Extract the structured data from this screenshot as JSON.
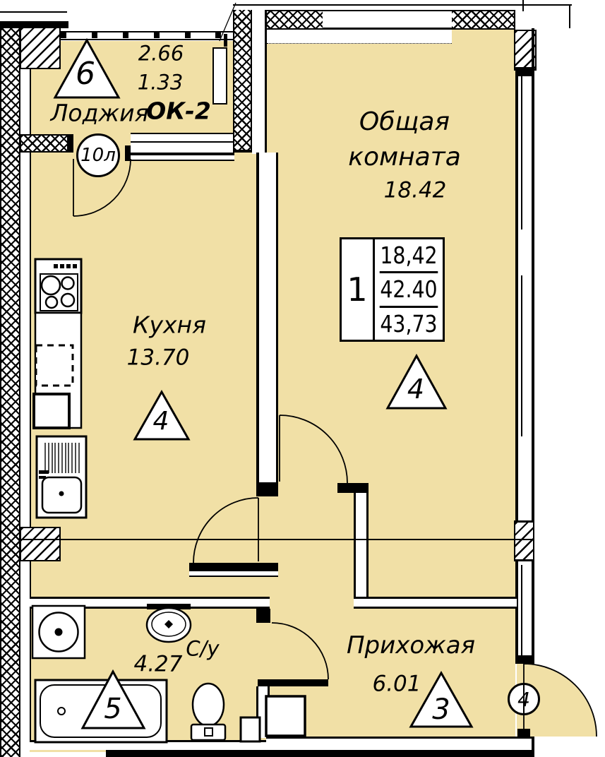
{
  "colors": {
    "floor": "#f1e0a6",
    "line": "#000000"
  },
  "loggia": {
    "name": "Лоджия",
    "marker": "6",
    "dim_width": "2.66",
    "dim_depth": "1.33",
    "window_mark": "ОК-2",
    "door_mark": "10л"
  },
  "living_room": {
    "name_line1": "Общая",
    "name_line2": "комната",
    "area": "18.42",
    "marker": "4"
  },
  "kitchen": {
    "name": "Кухня",
    "area": "13.70",
    "marker": "4"
  },
  "bathroom": {
    "name": "С/у",
    "area": "4.27",
    "marker": "5"
  },
  "hallway": {
    "name": "Прихожая",
    "area": "6.01",
    "marker": "3",
    "entrance_door_mark": "4"
  },
  "apartment_stamp": {
    "flat_number": "1",
    "living_area": "18,42",
    "apartment_area": "42.40",
    "total_area": "43,73"
  }
}
